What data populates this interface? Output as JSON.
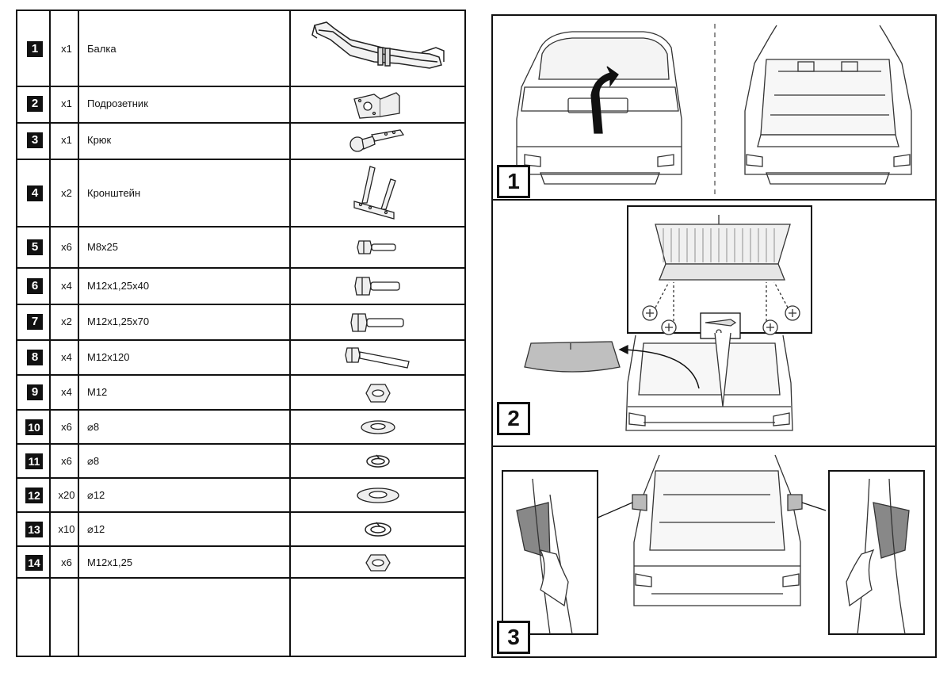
{
  "parts": [
    {
      "num": "1",
      "qty": "x1",
      "name": "Балка",
      "icon": "tow-bar-beam-icon"
    },
    {
      "num": "2",
      "qty": "x1",
      "name": "Подрозетник",
      "icon": "socket-bracket-icon"
    },
    {
      "num": "3",
      "qty": "x1",
      "name": "Крюк",
      "icon": "tow-hook-icon"
    },
    {
      "num": "4",
      "qty": "x2",
      "name": "Кронштейн",
      "icon": "mounting-bracket-icon"
    },
    {
      "num": "5",
      "qty": "x6",
      "name": "M8x25",
      "icon": "bolt-icon"
    },
    {
      "num": "6",
      "qty": "x4",
      "name": "M12x1,25x40",
      "icon": "bolt-icon"
    },
    {
      "num": "7",
      "qty": "x2",
      "name": "M12x1,25x70",
      "icon": "bolt-icon"
    },
    {
      "num": "8",
      "qty": "x4",
      "name": "M12x120",
      "icon": "bolt-icon"
    },
    {
      "num": "9",
      "qty": "x4",
      "name": "M12",
      "icon": "nut-icon"
    },
    {
      "num": "10",
      "qty": "x6",
      "name": "⌀8",
      "icon": "flat-washer-icon"
    },
    {
      "num": "11",
      "qty": "x6",
      "name": "⌀8",
      "icon": "spring-washer-icon"
    },
    {
      "num": "12",
      "qty": "x20",
      "name": "⌀12",
      "icon": "flat-washer-icon"
    },
    {
      "num": "13",
      "qty": "x10",
      "name": "⌀12",
      "icon": "spring-washer-icon"
    },
    {
      "num": "14",
      "qty": "x6",
      "name": "M12x1,25",
      "icon": "nut-icon"
    }
  ],
  "steps": [
    {
      "num": "1",
      "icon": "open-tailgate-icon"
    },
    {
      "num": "2",
      "icon": "remove-trunk-panel-icon"
    },
    {
      "num": "3",
      "icon": "remove-side-covers-icon"
    }
  ]
}
